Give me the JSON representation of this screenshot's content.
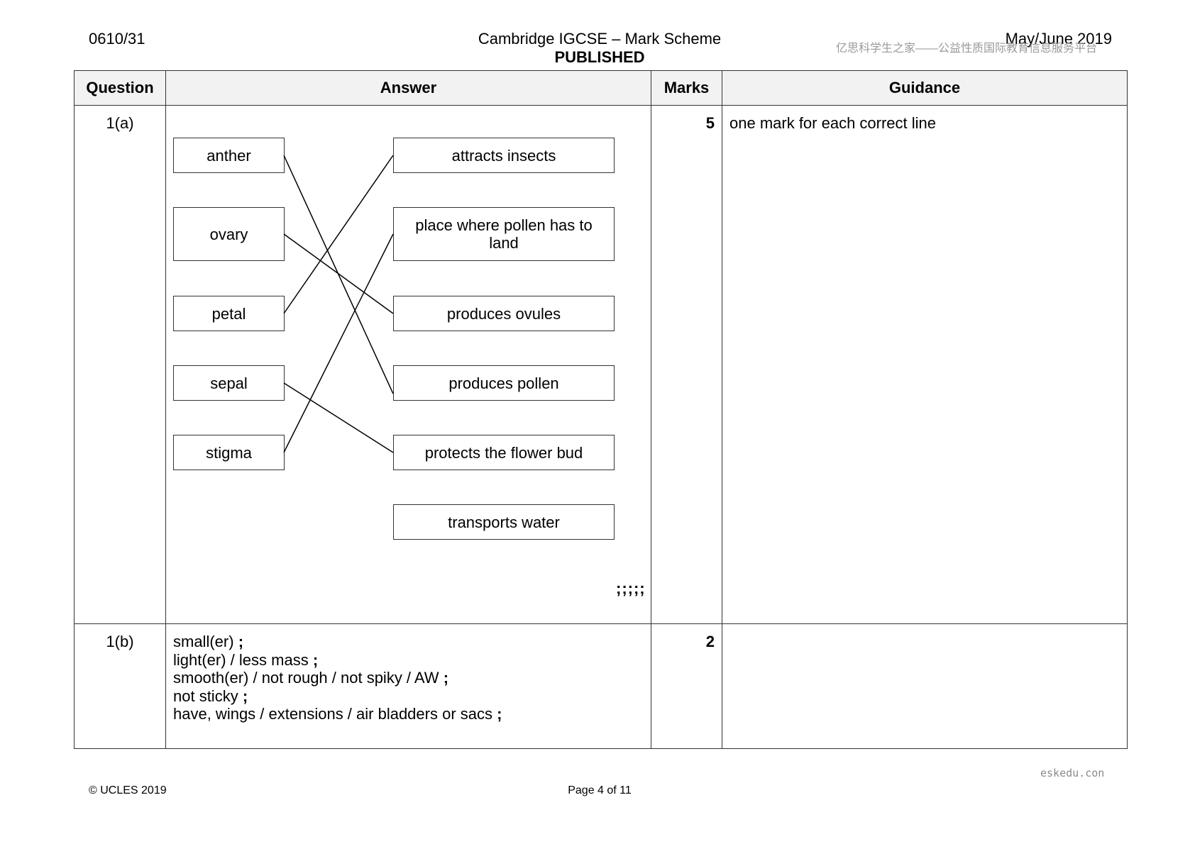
{
  "header": {
    "code": "0610/31",
    "title": "Cambridge IGCSE – Mark Scheme",
    "status": "PUBLISHED",
    "session": "May/June 2019",
    "watermark": "亿思科学生之家——公益性质国际教育信息服务平台"
  },
  "table": {
    "headers": {
      "question": "Question",
      "answer": "Answer",
      "marks": "Marks",
      "guidance": "Guidance"
    },
    "q1a": {
      "question": "1(a)",
      "marks": "5",
      "guidance": "one mark for each correct line",
      "left_terms": [
        "anther",
        "ovary",
        "petal",
        "sepal",
        "stigma"
      ],
      "right_terms": [
        "attracts insects",
        "place where pollen has to land",
        "produces ovules",
        "produces pollen",
        "protects the flower bud",
        "transports water"
      ],
      "matches": [
        {
          "from": "anther",
          "to": "produces pollen"
        },
        {
          "from": "ovary",
          "to": "produces ovules"
        },
        {
          "from": "petal",
          "to": "attracts insects"
        },
        {
          "from": "sepal",
          "to": "protects the flower bud"
        },
        {
          "from": "stigma",
          "to": "place where pollen has to land"
        }
      ],
      "mark_points": ";;;;;"
    },
    "q1b": {
      "question": "1(b)",
      "marks": "2",
      "guidance": "",
      "answers": [
        "small(er)",
        "light(er) / less mass",
        "smooth(er) / not rough / not spiky / AW",
        "not sticky",
        "have, wings / extensions / air bladders or sacs"
      ],
      "separator": ";"
    }
  },
  "footer": {
    "copyright": "© UCLES 2019",
    "page": "Page 4 of 11",
    "watermark": "eskedu.con"
  }
}
